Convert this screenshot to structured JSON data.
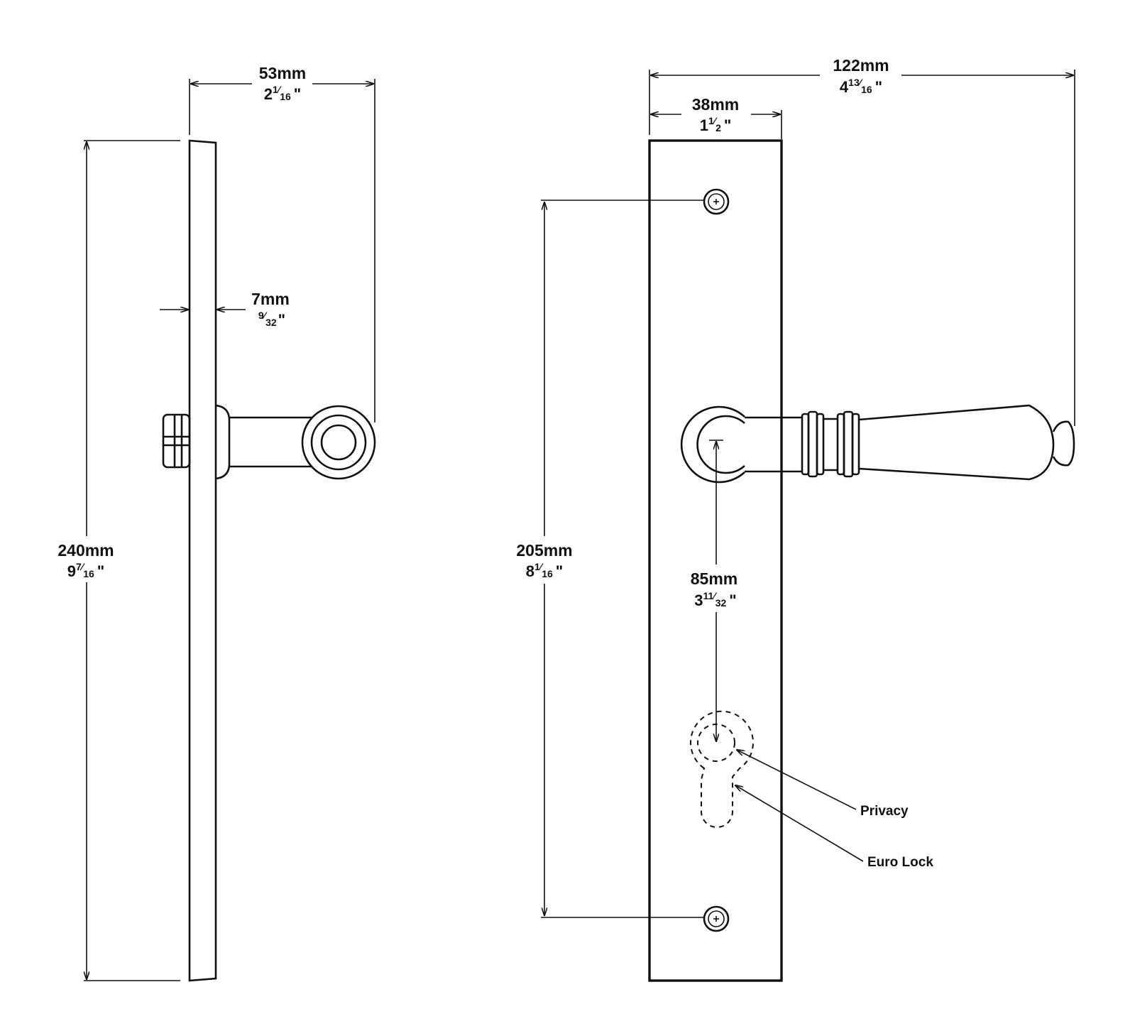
{
  "side_view": {
    "overall_width": {
      "mm": "53mm",
      "whole": "2",
      "num": "1",
      "den": "16",
      "unit": "\""
    },
    "plate_thickness": {
      "mm": "7mm",
      "whole": "",
      "num": "9",
      "den": "32",
      "unit": "\""
    },
    "overall_height": {
      "mm": "240mm",
      "whole": "9",
      "num": "7",
      "den": "16",
      "unit": "\""
    }
  },
  "front_view": {
    "overall_width": {
      "mm": "122mm",
      "whole": "4",
      "num": "13",
      "den": "16",
      "unit": "\""
    },
    "plate_width": {
      "mm": "38mm",
      "whole": "1",
      "num": "1",
      "den": "2",
      "unit": "\""
    },
    "fixing_centres": {
      "mm": "205mm",
      "whole": "8",
      "num": "1",
      "den": "16",
      "unit": "\""
    },
    "lever_to_lock": {
      "mm": "85mm",
      "whole": "3",
      "num": "11",
      "den": "32",
      "unit": "\""
    }
  },
  "callouts": {
    "privacy": "Privacy",
    "euro_lock": "Euro Lock"
  }
}
